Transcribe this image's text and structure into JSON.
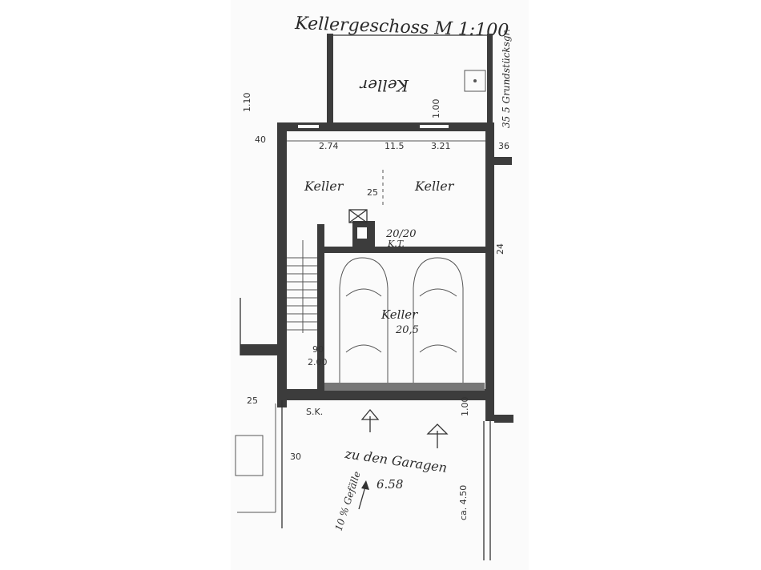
{
  "header": {
    "title": "Kellergeschoss M 1:100"
  },
  "margin_note": "35 5 Grundstücksgr.",
  "rooms": {
    "top_keller": "Keller",
    "mid_left": "Keller",
    "mid_right": "Keller",
    "mid_area": "25",
    "garage_room": "Keller",
    "garage_area": "20,5",
    "kt": "K.T.",
    "kt_size": "20/20"
  },
  "driveway": {
    "label": "zu den Garagen",
    "size": "6.58",
    "slope": "10 % Gefälle"
  },
  "dims": {
    "d_274": "2.74",
    "d_115": "11.5",
    "d_321": "3.21",
    "d_36": "36",
    "d_40": "40",
    "d_110": "1.10",
    "d_100a": "1.00",
    "d_100b": "1.00",
    "d_90": "90",
    "d_200": "2.00",
    "d_25": "25",
    "d_30": "30",
    "d_450": "ca. 4.50",
    "d_sk": "S.K.",
    "d_24": "24"
  }
}
